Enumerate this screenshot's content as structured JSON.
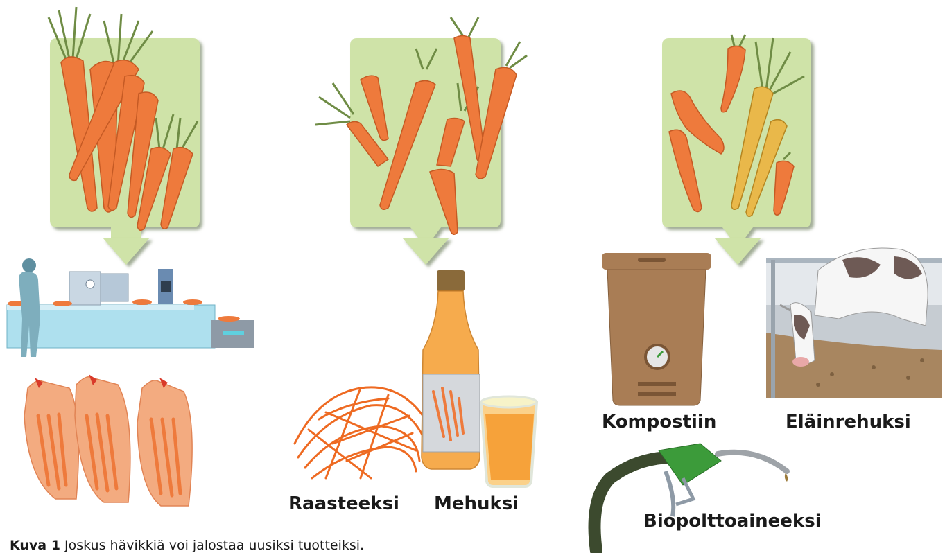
{
  "labels": {
    "raasteeksi": "Raasteeksi",
    "mehuksi": "Mehuksi",
    "kompostiin": "Kompostiin",
    "elainrehuksi": "Eläinrehuksi",
    "biopolttoaineeksi": "Biopolttoaineeksi"
  },
  "caption": {
    "prefix": "Kuva 1",
    "text": " Joskus hävikkiä voi jalostaa uusiksi tuotteiksi."
  },
  "colors": {
    "panel_green": "#cfe3a8",
    "carrot_orange": "#ee7a3c",
    "carrot_yellow": "#e9b84a",
    "leaf_green": "#6f8c45",
    "juice": "#f6a23a",
    "bin_brown": "#a97d55",
    "pump_green": "#3c9b3a"
  }
}
